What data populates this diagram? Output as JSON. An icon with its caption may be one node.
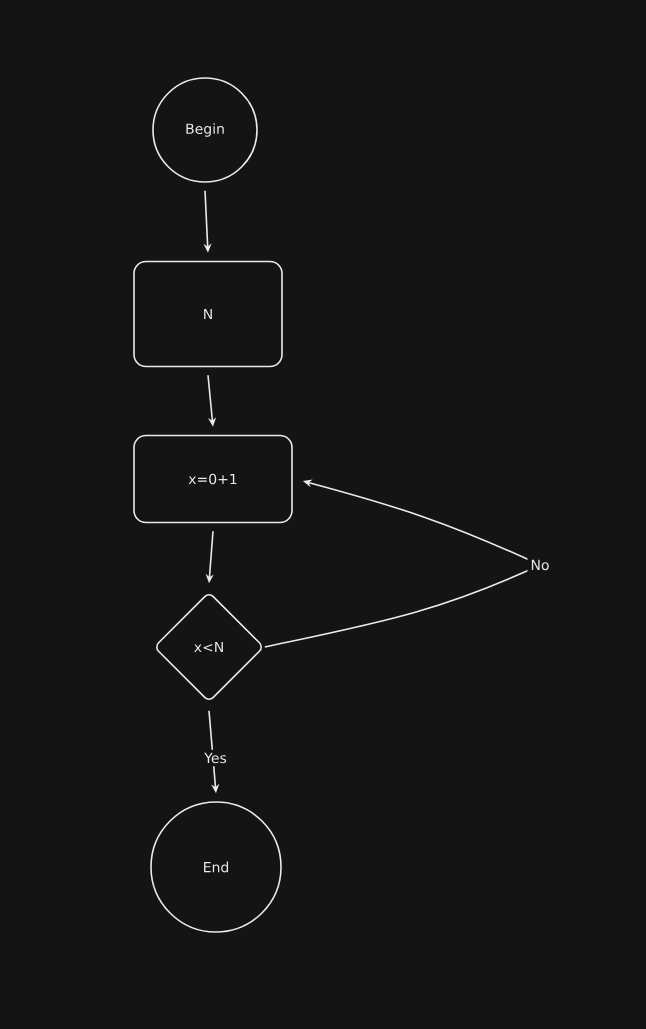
{
  "diagram": {
    "nodes": [
      {
        "text": [
          "Begin"
        ]
      },
      {
        "text": [
          "N"
        ]
      },
      {
        "text": [
          "x=0+1"
        ]
      },
      {
        "text": [
          "x<N"
        ]
      },
      {
        "text": [
          "End"
        ]
      }
    ],
    "edges": [
      {
        "from": 0,
        "to": 1,
        "arrow": "to"
      },
      {
        "from": 1,
        "to": 2,
        "arrow": "to"
      },
      {
        "from": 2,
        "to": 3,
        "arrow": "to"
      },
      {
        "from": 3,
        "to": 4,
        "arrow": "to",
        "label": "Yes"
      },
      {
        "from": 3,
        "to": 2,
        "arrow": "to",
        "label": "No"
      }
    ]
  }
}
